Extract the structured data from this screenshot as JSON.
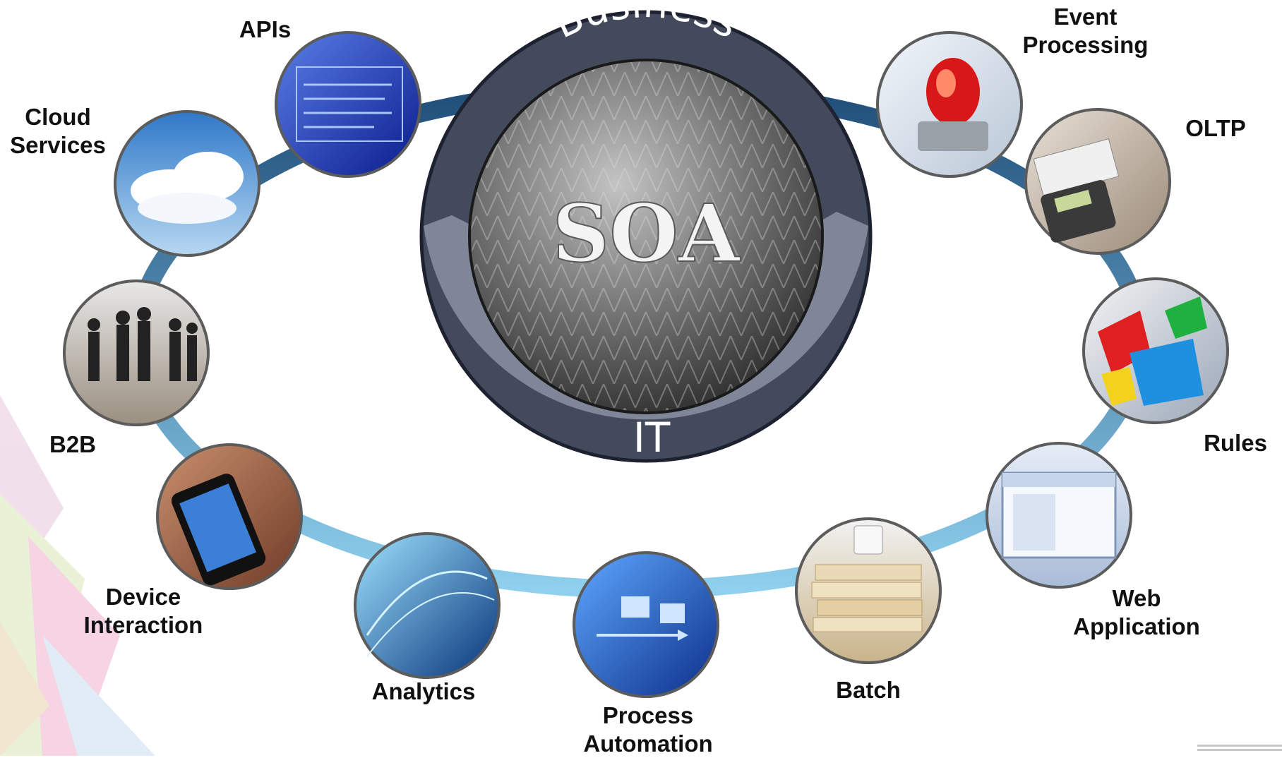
{
  "center": {
    "hub_label": "SOA",
    "top_band_label": "Business",
    "bottom_band_label": "IT"
  },
  "nodes": [
    {
      "id": "apis",
      "label_lines": [
        "APIs"
      ],
      "icon": "api-screen-icon"
    },
    {
      "id": "cloud",
      "label_lines": [
        "Cloud",
        "Services"
      ],
      "icon": "cloud-sky-icon"
    },
    {
      "id": "b2b",
      "label_lines": [
        "B2B"
      ],
      "icon": "business-people-icon"
    },
    {
      "id": "device",
      "label_lines": [
        "Device",
        "Interaction"
      ],
      "icon": "smartphone-icon"
    },
    {
      "id": "analytics",
      "label_lines": [
        "Analytics"
      ],
      "icon": "data-globe-icon"
    },
    {
      "id": "process",
      "label_lines": [
        "Process",
        "Automation"
      ],
      "icon": "flowchart-icon"
    },
    {
      "id": "batch",
      "label_lines": [
        "Batch"
      ],
      "icon": "paper-stack-icon"
    },
    {
      "id": "web",
      "label_lines": [
        "Web",
        "Application"
      ],
      "icon": "browser-window-icon"
    },
    {
      "id": "rules",
      "label_lines": [
        "Rules"
      ],
      "icon": "puzzle-arrows-icon"
    },
    {
      "id": "oltp",
      "label_lines": [
        "OLTP"
      ],
      "icon": "card-terminal-icon"
    },
    {
      "id": "event",
      "label_lines": [
        "Event",
        "Processing"
      ],
      "icon": "alarm-beacon-icon"
    }
  ],
  "colors": {
    "ring_top": "#1f4e79",
    "ring_bottom": "#8fd0ee",
    "band_dark": "#424a5c",
    "band_light": "#7e8697",
    "sphere_light": "#c4c4c4",
    "sphere_dark": "#2c2c2c",
    "label_text": "#111111"
  }
}
